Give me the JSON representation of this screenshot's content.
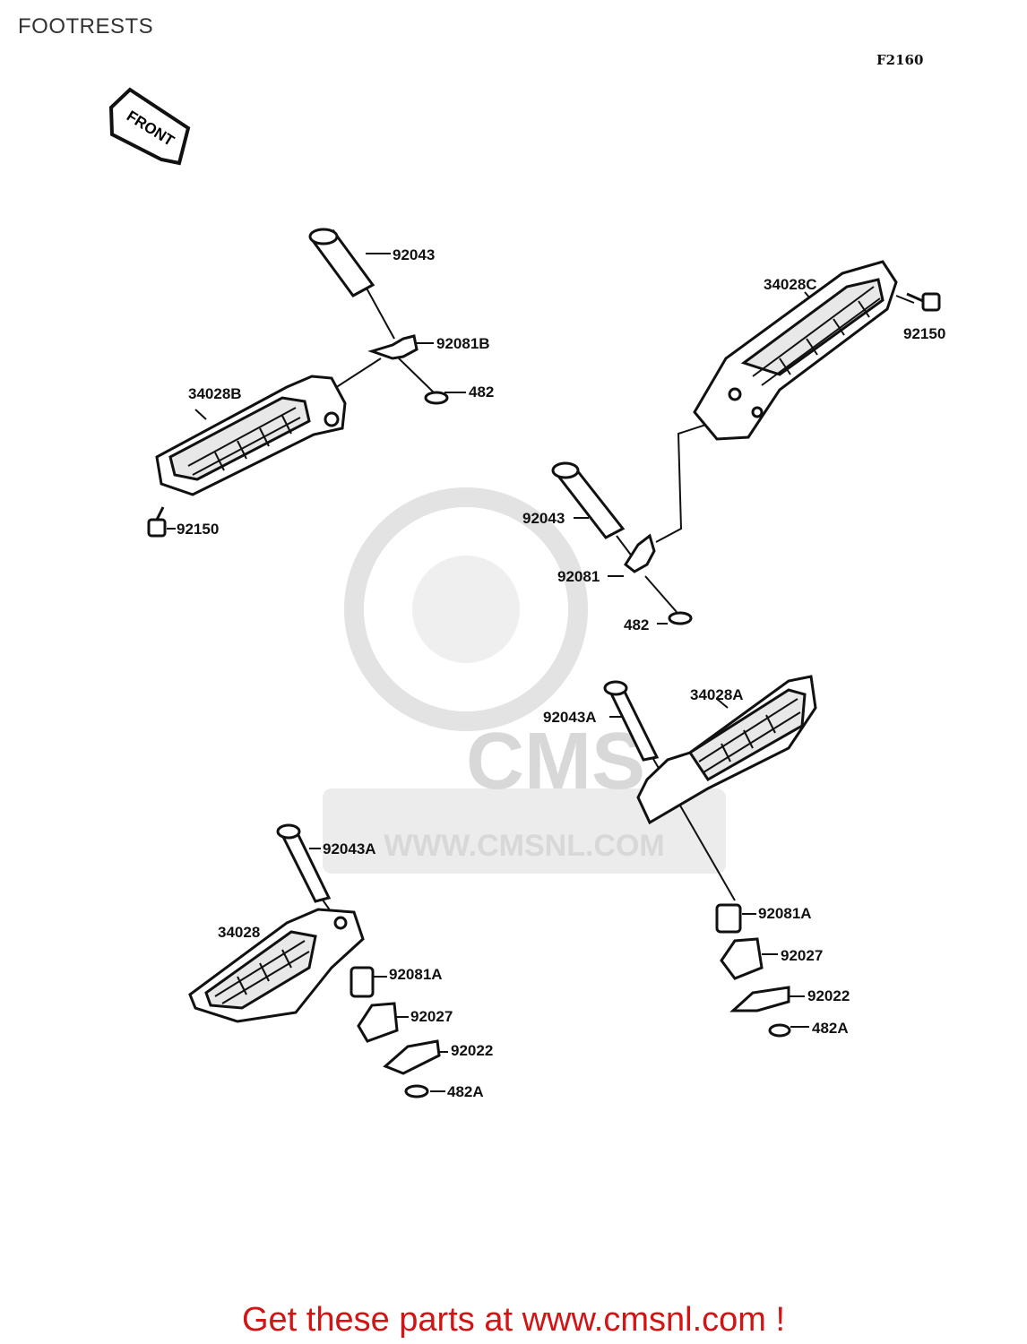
{
  "header": {
    "title": "FOOTRESTS",
    "figure_code": "F2160"
  },
  "front_arrow": {
    "label": "FRONT"
  },
  "watermark": {
    "brand": "CMS",
    "url": "WWW.CMSNL.COM"
  },
  "parts": {
    "p_92043_left": "92043",
    "p_92081B": "92081B",
    "p_482_left": "482",
    "p_34028B": "34028B",
    "p_92150_left": "92150",
    "p_34028C": "34028C",
    "p_92150_right": "92150",
    "p_92043_mid": "92043",
    "p_92081": "92081",
    "p_482_mid": "482",
    "p_34028A": "34028A",
    "p_92043A_right": "92043A",
    "p_92081A_right": "92081A",
    "p_92027_right": "92027",
    "p_92022_right": "92022",
    "p_482A_right": "482A",
    "p_92043A_left": "92043A",
    "p_34028": "34028",
    "p_92081A_left": "92081A",
    "p_92027_left": "92027",
    "p_92022_left": "92022",
    "p_482A_left": "482A"
  },
  "promo": {
    "text": "Get these parts at www.cmsnl.com !"
  }
}
